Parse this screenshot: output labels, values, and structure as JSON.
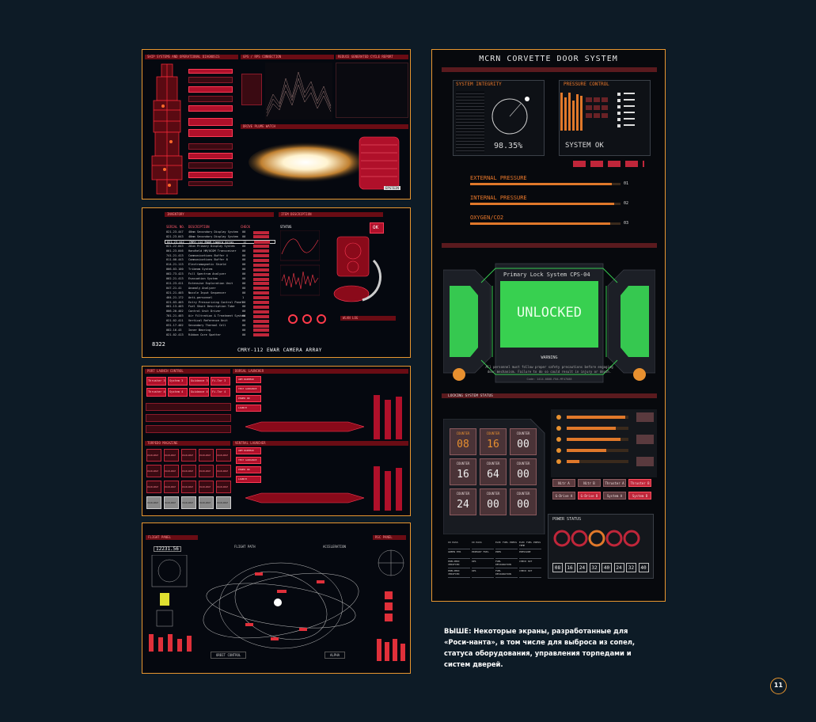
{
  "caption": {
    "lead": "ВЫШЕ:",
    "text": " Некоторые экраны, разработанные для «Роси-нанта», в том числе для выброса из сопел, статуса оборудования, управления торпедами и систем дверей."
  },
  "page_number": "11",
  "panel1": {
    "left_header": "SHIP SYSTEMS AND OPERATIONAL DIAGNOSIS",
    "mid_header": "GPS / RPS CONNECTION",
    "right_header": "REDUCE GENERATED CYCLE REPORT",
    "flame_header": "DRIVE PLUME WATCH",
    "badge": "EPSTEIN"
  },
  "panel2": {
    "inventory_header": "INVENTORY",
    "item_header": "ITEM DESCRIPTION",
    "col_serial": "SERIAL NO.",
    "col_desc": "DESCRIPTION",
    "col_check": "CHECK",
    "rows": [
      {
        "serial": "021.23.447",
        "desc": "40mm Secondary Display System",
        "check": "00"
      },
      {
        "serial": "021.23.043",
        "desc": "40mm Secondary Display System",
        "check": "00"
      },
      {
        "serial": "021.23.442",
        "desc": "CMRY-112 EWAR Camera Array",
        "check": "12"
      },
      {
        "serial": "021.22.043",
        "desc": "20cm Primary Display System",
        "check": "00"
      },
      {
        "serial": "001.23.046",
        "desc": "Handheld HM/UCOM Transceiver",
        "check": "00"
      },
      {
        "serial": "741.21.413",
        "desc": "Communications Buffer 4",
        "check": "00"
      },
      {
        "serial": "011.00.443",
        "desc": "Communications Buffer 8",
        "check": "00"
      },
      {
        "serial": "014.21.113",
        "desc": "Electromagnetic Shield",
        "check": "00"
      },
      {
        "serial": "006.03.100",
        "desc": "Tribeam System",
        "check": "00"
      },
      {
        "serial": "002.73.423",
        "desc": "Full Spectrum Analyzer",
        "check": "00"
      },
      {
        "serial": "002.21.413",
        "desc": "Evacuation System",
        "check": "00"
      },
      {
        "serial": "011.23.411",
        "desc": "Extensive Exploration Unit",
        "check": "00"
      },
      {
        "serial": "047.21.41",
        "desc": "Anomaly Analyzer",
        "check": "00"
      },
      {
        "serial": "021.21.403",
        "desc": "Nozzle Input Sequencer",
        "check": "00"
      },
      {
        "serial": "404.21.172",
        "desc": "Anti-personnel",
        "check": "1"
      },
      {
        "serial": "021.03.403",
        "desc": "Entry Pressurizing Control Panel",
        "check": "00"
      },
      {
        "serial": "001.13.403",
        "desc": "Fuel Shunt Description Tube",
        "check": "00"
      },
      {
        "serial": "006.20.402",
        "desc": "Control Unit Driver",
        "check": "00"
      },
      {
        "serial": "701.21.403",
        "desc": "Air Filtration & Treatment System",
        "check": "00"
      },
      {
        "serial": "021.02.411",
        "desc": "Vertical Reference Unit",
        "check": "00"
      },
      {
        "serial": "031.17.402",
        "desc": "Secondary Thermal Cell",
        "check": "00"
      },
      {
        "serial": "082.16.43",
        "desc": "Inner Bearing",
        "check": "00"
      },
      {
        "serial": "021.02.413",
        "desc": "Ribbon Core Spatter",
        "check": "00"
      }
    ],
    "counter": "8322",
    "item_name": "CMRY-112 EWAR CAMERA ARRAY",
    "ok": "OK",
    "status": "STATUS",
    "wlan": "WLAN LOG"
  },
  "panel3": {
    "port": "PORT LAUNCH CONTROL",
    "dorsal": "DORSAL LAUNCHER",
    "magazine": "TORPEDO MAGAZINE",
    "ventral": "VENTRAL LAUNCHER",
    "buttons": [
      "Thruster 3",
      "System 3",
      "Guidance 3",
      "Fi-Tar 3",
      "Thruster 4",
      "System 4",
      "Guidance 4",
      "Fi-Tar 4"
    ],
    "magazine_label": "AVAILABLE",
    "launcher_buttons": [
      "ARM WARHEAD",
      "TEST GUIDANCE",
      "POWER ON",
      "LAUNCH"
    ]
  },
  "panel4": {
    "flight_panel": "FLIGHT PANEL",
    "flight_value": "12231.56",
    "flight_path": "FLIGHT PATH",
    "acceleration": "ACCELERATION",
    "rsc_panel": "RSC PANEL",
    "orbit_control": "ORBIT CONTROL",
    "alpha": "ALPHA"
  },
  "door": {
    "title": "MCRN CORVETTE DOOR SYSTEM",
    "system_integrity": "SYSTEM INTEGRITY",
    "integrity_value": "98.35%",
    "pressure_control": "PRESSURE CONTROL",
    "system_ok": "SYSTEM OK",
    "external_pressure": "EXTERNAL PRESSURE",
    "internal_pressure": "INTERNAL PRESSURE",
    "oxygen": "OXYGEN/CO2",
    "gauge_nums": [
      "01",
      "02",
      "03"
    ],
    "gauge_levels": [
      0.94,
      0.96,
      0.93
    ],
    "primary_lock": "Primary Lock System CPS-04",
    "unlocked": "UNLOCKED",
    "warning": "WARNING",
    "warning_text_1": "All personnel must follow proper safety precautions before engaging",
    "warning_text_2": "door mechanism. Failure to do so could result in injury or death.",
    "code": "Code: 1414-0808-FN4-MF47U88",
    "locking_status": "LOCKING SYSTEM STATUS",
    "counters": [
      {
        "label": "COUNTER",
        "value": "08",
        "orange": true
      },
      {
        "label": "COUNTER",
        "value": "16",
        "orange": true
      },
      {
        "label": "COUNTER",
        "value": "00",
        "orange": false
      },
      {
        "label": "COUNTER",
        "value": "16",
        "orange": false
      },
      {
        "label": "COUNTER",
        "value": "64",
        "orange": false
      },
      {
        "label": "COUNTER",
        "value": "00",
        "orange": false
      },
      {
        "label": "COUNTER",
        "value": "24",
        "orange": false
      },
      {
        "label": "COUNTER",
        "value": "00",
        "orange": false
      },
      {
        "label": "COUNTER",
        "value": "00",
        "orange": false
      }
    ],
    "lock_buttons": [
      {
        "label": "Nitr A",
        "red": false
      },
      {
        "label": "Nitr B",
        "red": false
      },
      {
        "label": "Thruster A",
        "red": false
      },
      {
        "label": "Thruster B",
        "red": true
      },
      {
        "label": "G-Drive A",
        "red": false
      },
      {
        "label": "G-Drive B",
        "red": true
      },
      {
        "label": "System A",
        "red": false
      },
      {
        "label": "System B",
        "red": true
      }
    ],
    "power_status": "POWER STATUS",
    "power_nums": [
      "08",
      "16",
      "24",
      "32",
      "40",
      "24",
      "32",
      "40"
    ],
    "table_headers": [
      "ID PASS",
      "ID PASS",
      "ELEC FUEL PRESS",
      "ELEC FUEL PRESS TEMP"
    ],
    "table_rows": [
      [
        "GREEN ETR",
        "PRIMARY FUEL",
        "PRES",
        "PRESSURE"
      ],
      [
        "PRELIMID VERIFIED",
        "OPS",
        "FUEL DESIGNATION",
        "CHECK OUT"
      ],
      [
        "PRELIMID VERIFIED",
        "OPS",
        "FUEL DESIGNATION",
        "CHECK OUT"
      ]
    ]
  }
}
